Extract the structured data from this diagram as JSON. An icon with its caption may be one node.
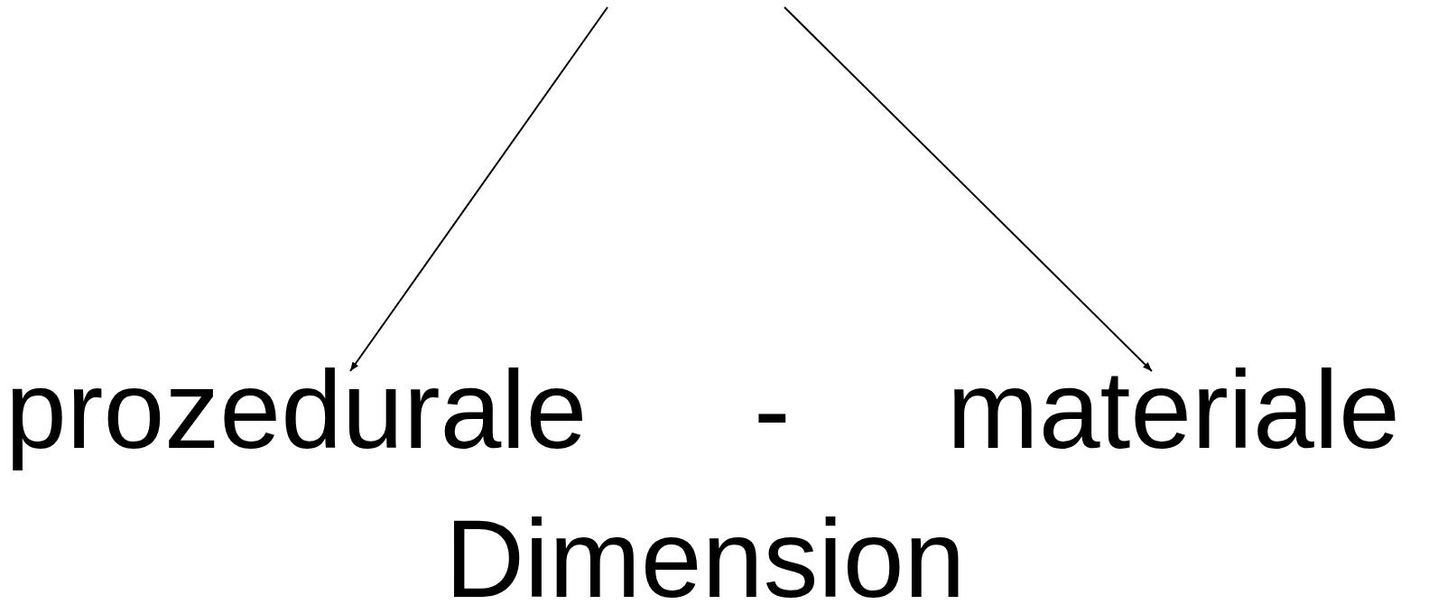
{
  "diagram": {
    "nodes": [
      {
        "text": [
          "prozedurale"
        ]
      },
      {
        "text": [
          "materiale"
        ]
      }
    ],
    "edges": [
      {
        "from": null,
        "to": 0,
        "arrow": "to"
      },
      {
        "from": null,
        "to": 1,
        "arrow": "to"
      }
    ],
    "labels": [
      "-",
      "Dimension"
    ]
  }
}
